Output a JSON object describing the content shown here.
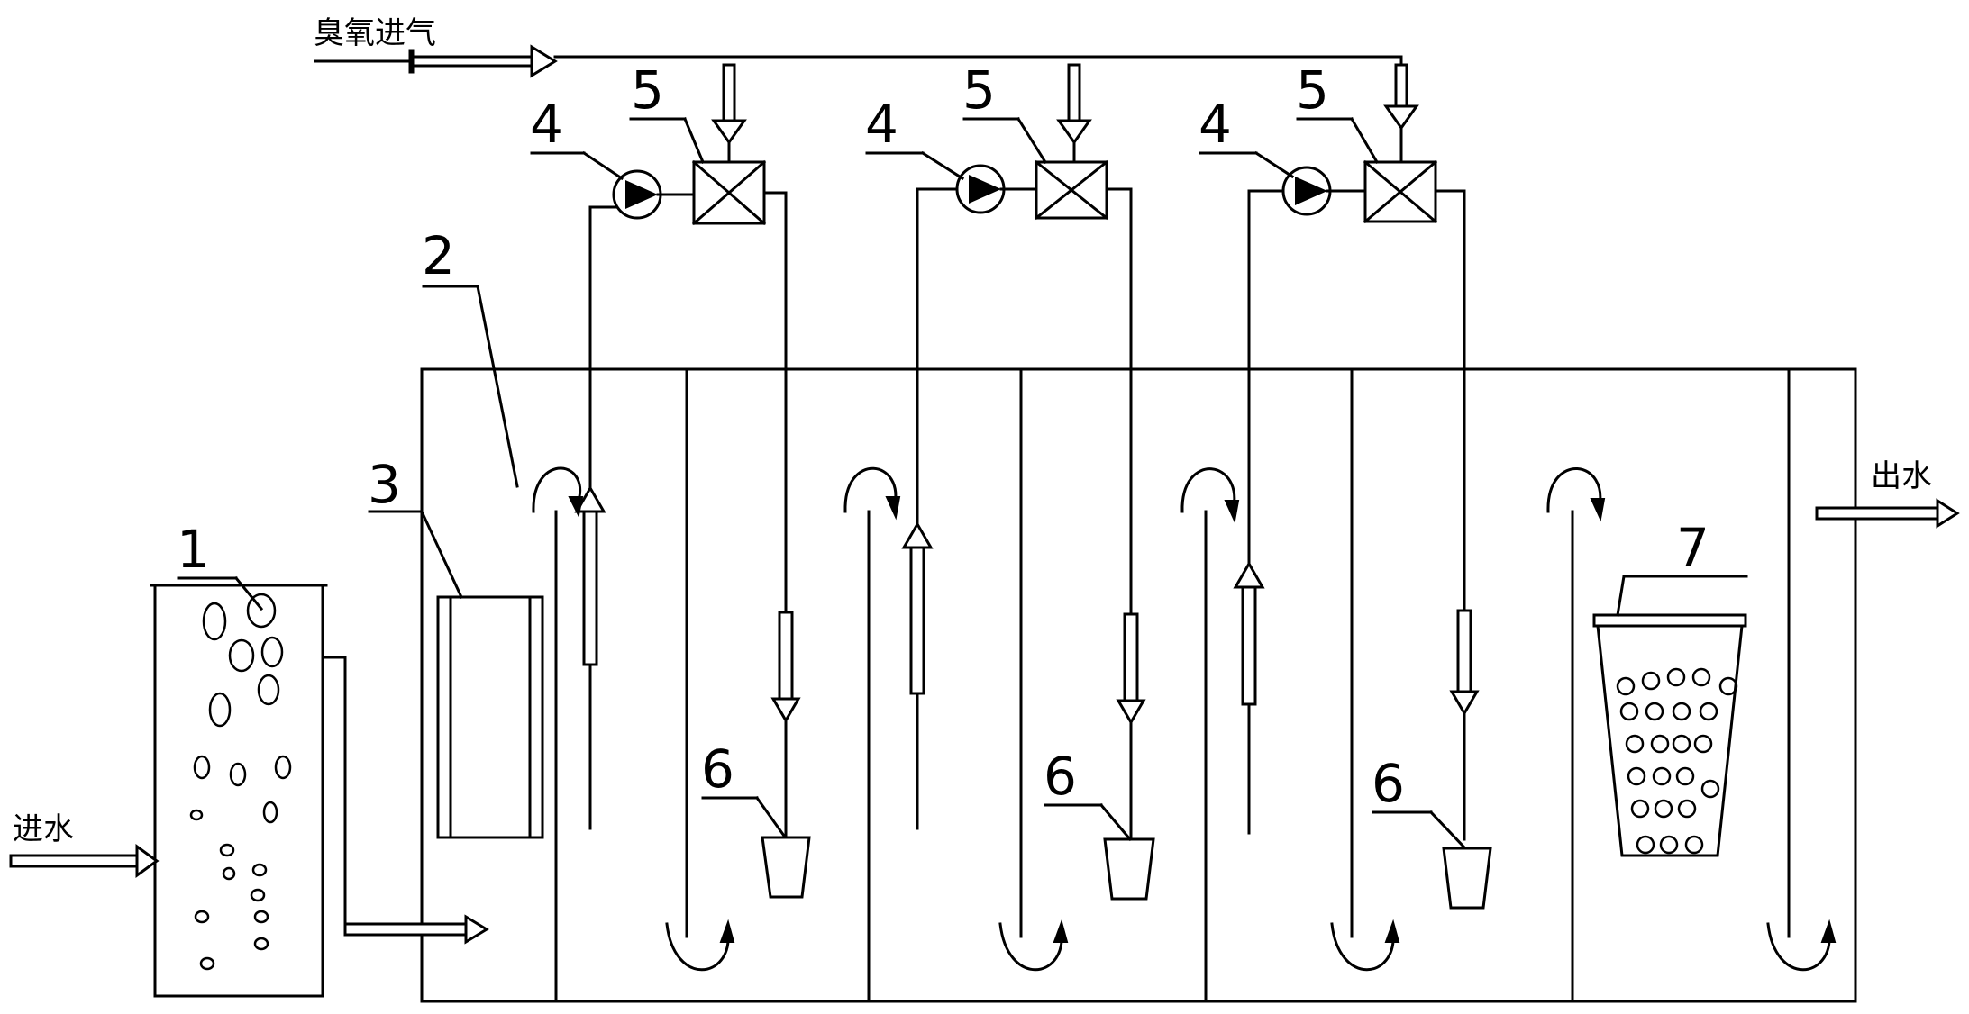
{
  "labels": {
    "ozone_inlet": "臭氧进气",
    "water_inlet": "进水",
    "water_outlet": "出水"
  },
  "callouts": {
    "n1": "1",
    "n2": "2",
    "n3": "3",
    "n4": [
      "4",
      "4",
      "4"
    ],
    "n5": [
      "5",
      "5",
      "5"
    ],
    "n6": [
      "6",
      "6",
      "6"
    ],
    "n7": "7"
  }
}
